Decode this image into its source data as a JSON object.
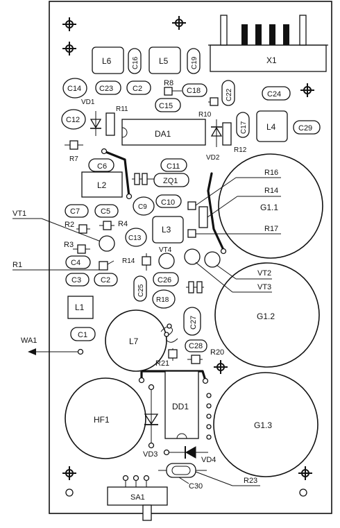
{
  "labels": {
    "x1": "X1",
    "l6": "L6",
    "c16": "C16",
    "l5": "L5",
    "c19": "C19",
    "c14": "C14",
    "c23": "C23",
    "c2a": "C2",
    "r8": "R8",
    "c18": "C18",
    "c22": "C22",
    "c24": "C24",
    "c15": "C15",
    "vd1": "VD1",
    "r11": "R11",
    "r10": "R10",
    "c12": "C12",
    "da1": "DA1",
    "c17": "C17",
    "l4": "L4",
    "c29": "C29",
    "r7": "R7",
    "r12": "R12",
    "vd2": "VD2",
    "c6": "C6",
    "c11": "C11",
    "r16": "R16",
    "l2": "L2",
    "zq1": "ZQ1",
    "r14a": "R14",
    "c9": "C9",
    "c10": "C10",
    "g11": "G1.1",
    "vt1": "VT1",
    "c7": "C7",
    "c5": "C5",
    "r2": "R2",
    "r4": "R4",
    "l3": "L3",
    "r17": "R17",
    "r3": "R3",
    "c13": "C13",
    "vt4": "VT4",
    "r1": "R1",
    "c4": "C4",
    "r14b": "R14",
    "c3": "C3",
    "c2b": "C2",
    "c25": "C25",
    "c26": "C26",
    "vt2": "VT2",
    "r18": "R18",
    "vt3": "VT3",
    "l1": "L1",
    "c27": "C27",
    "g12": "G1.2",
    "wa1": "WA1",
    "c1": "C1",
    "l7": "L7",
    "c28": "C28",
    "r20": "R20",
    "r21": "R21",
    "hf1": "HF1",
    "dd1": "DD1",
    "g13": "G1.3",
    "vd3": "VD3",
    "vd4": "VD4",
    "c30": "C30",
    "r23": "R23",
    "sa1": "SA1"
  }
}
